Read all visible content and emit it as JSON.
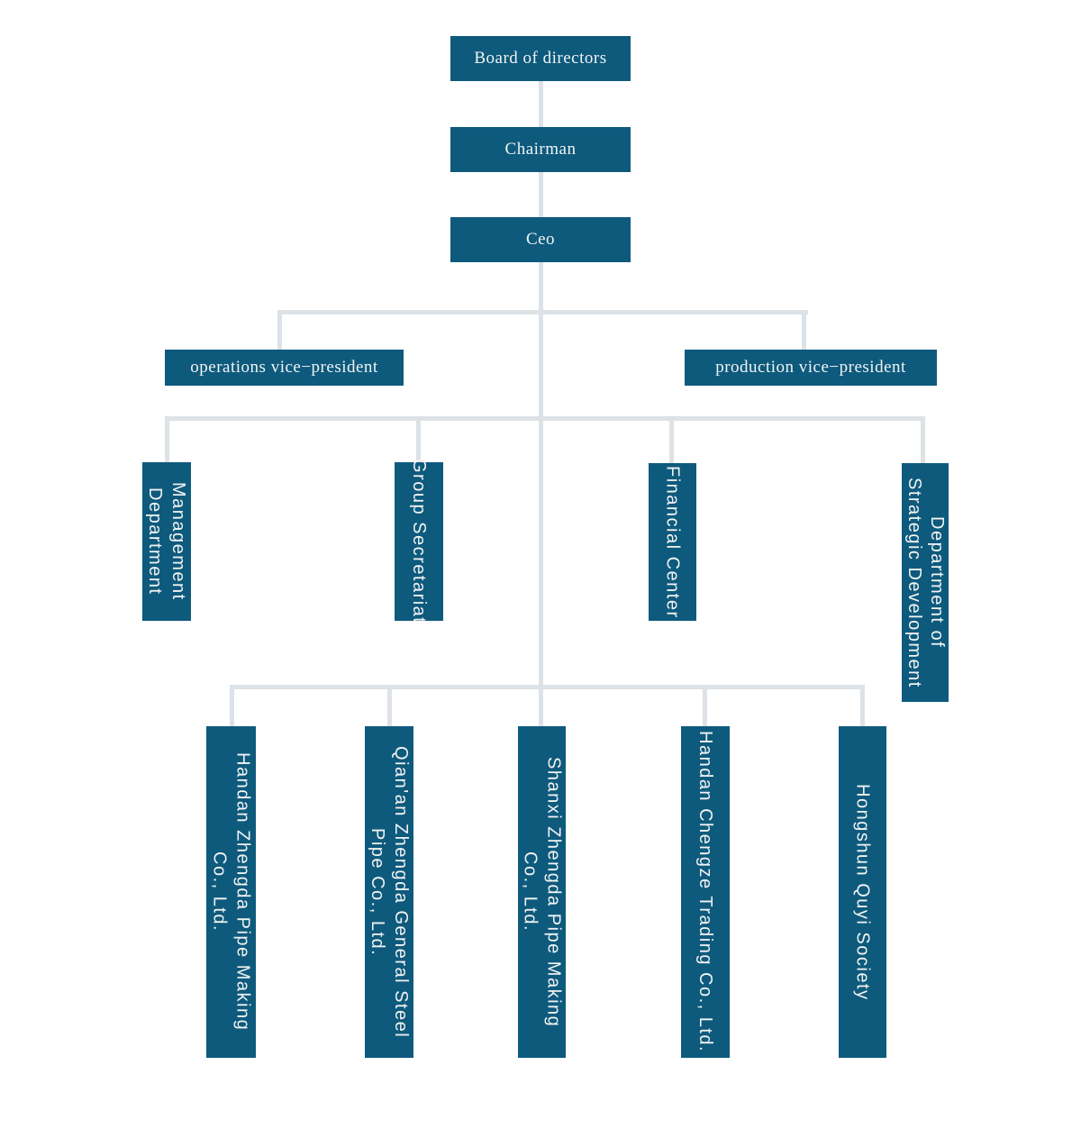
{
  "colors": {
    "node_fill": "#0e5a7d",
    "node_text": "#f1f3f2",
    "connector": "#dde2e7",
    "background": "#ffffff"
  },
  "org_chart": {
    "nodes": {
      "board": {
        "label": "Board of directors"
      },
      "chairman": {
        "label": "Chairman"
      },
      "ceo": {
        "label": "Ceo"
      },
      "operations_vp": {
        "label": "operations vice−president"
      },
      "production_vp": {
        "label": "production vice−president"
      },
      "management_department": {
        "line1": "Management",
        "line2": "Department"
      },
      "group_secretariat": {
        "label": "Group Secretariat"
      },
      "financial_center": {
        "label": "Financial Center"
      },
      "strategic_development": {
        "line1": "Department of",
        "line2": "Strategic Development"
      },
      "handan_zhengda": {
        "line1": "Handan Zhengda Pipe Making",
        "line2": "Co., Ltd."
      },
      "qianan_zhengda": {
        "line1": "Qian'an Zhengda General Steel",
        "line2": "Pipe Co., Ltd."
      },
      "shanxi_zhengda": {
        "line1": "Shanxi Zhengda Pipe Making",
        "line2": "Co., Ltd."
      },
      "handan_chengze": {
        "label": "Handan Chengze Trading Co., Ltd."
      },
      "hongshun_quyi": {
        "label": "Hongshun Quyi Society"
      }
    },
    "edges": [
      {
        "from": "Board of directors",
        "to": "Chairman"
      },
      {
        "from": "Chairman",
        "to": "Ceo"
      },
      {
        "from": "Ceo",
        "to": "operations vice−president"
      },
      {
        "from": "Ceo",
        "to": "production vice−president"
      },
      {
        "from": "Ceo",
        "to": "Management Department"
      },
      {
        "from": "Ceo",
        "to": "Group Secretariat"
      },
      {
        "from": "Ceo",
        "to": "Financial Center"
      },
      {
        "from": "Ceo",
        "to": "Department of Strategic Development"
      },
      {
        "from": "Ceo",
        "to": "Handan Zhengda Pipe Making Co., Ltd."
      },
      {
        "from": "Ceo",
        "to": "Qian'an Zhengda General Steel Pipe Co., Ltd."
      },
      {
        "from": "Ceo",
        "to": "Shanxi Zhengda Pipe Making Co., Ltd."
      },
      {
        "from": "Ceo",
        "to": "Handan Chengze Trading Co., Ltd."
      },
      {
        "from": "Ceo",
        "to": "Hongshun Quyi Society"
      }
    ]
  }
}
